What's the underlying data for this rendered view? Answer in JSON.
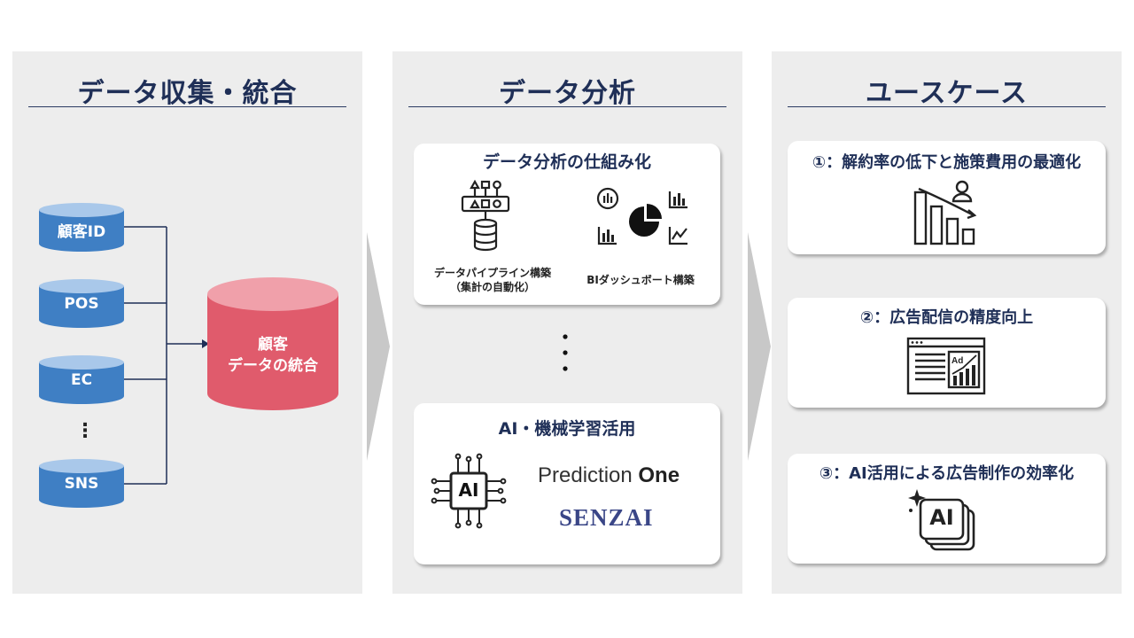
{
  "panels": [
    {
      "title": "データ収集・統合"
    },
    {
      "title": "データ分析"
    },
    {
      "title": "ユースケース"
    }
  ],
  "sources": [
    {
      "label": "顧客ID"
    },
    {
      "label": "POS"
    },
    {
      "label": "EC"
    },
    {
      "label": "SNS"
    }
  ],
  "ellipsis_vertical": "⋮",
  "integration": {
    "line1": "顧客",
    "line2": "データの統合"
  },
  "analysis": {
    "card1": {
      "title": "データ分析の仕組み化",
      "pipeline_label_line1": "データパイプライン構築",
      "pipeline_label_line2": "（集計の自動化）",
      "bi_label": "BIダッシュボート構築"
    },
    "card2": {
      "title": "AI・機械学習活用",
      "ai_chip_text": "AI",
      "product1_part1": "Prediction ",
      "product1_part2": "One",
      "product2": "SENZAI"
    }
  },
  "usecases": [
    {
      "title": "①：解約率の低下と施策費用の最適化",
      "icon": "declining-bar-chart-user-icon"
    },
    {
      "title": "②：広告配信の精度向上",
      "icon": "ad-browser-chart-icon"
    },
    {
      "title": "③：AI活用による広告制作の効率化",
      "icon": "ai-sparkle-cards-icon",
      "icon_text": "AI"
    }
  ],
  "colors": {
    "panel_bg": "#ededed",
    "title_navy": "#1f2f57",
    "cylinder_blue": "#3f7fc4",
    "cylinder_top": "#a9c8ea",
    "integration_red": "#e05b6c",
    "integration_top": "#f0a0aa",
    "chevron_gray": "#c8c8c8"
  }
}
